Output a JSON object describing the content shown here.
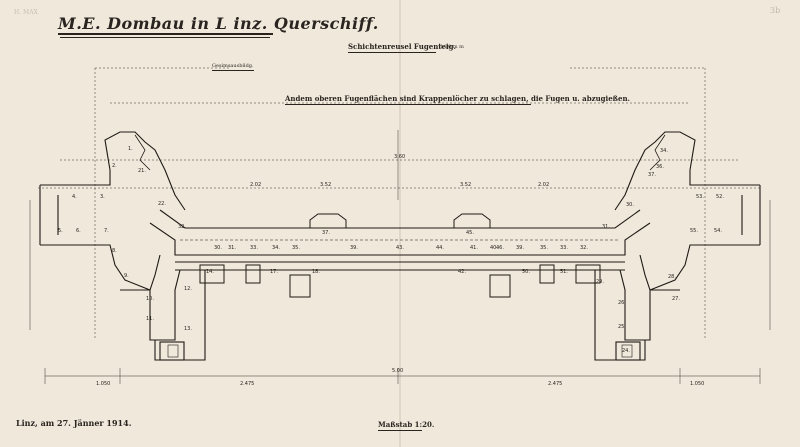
{
  "sheet": {
    "reference_mark": "H. MAX",
    "page_number": "3b",
    "title": "M.E. Dombau in L inz. Querschiff.",
    "subheading": "Schichtenreusel Fugenteig.",
    "subheading_scale": "1:20 m m",
    "note_label": "Gesimsausbildg.",
    "instruction": "Andem oberen Fugenflächen sind Krappenlöcher zu schlagen, die Fugen u. abzugießen.",
    "date": "Linz, am 27. Jänner 1914.",
    "scale": "Maßstab 1:20."
  },
  "blocks": [
    {
      "id": "left-1",
      "label": "1."
    },
    {
      "id": "left-2",
      "label": "2."
    },
    {
      "id": "left-3",
      "label": "3."
    },
    {
      "id": "left-4",
      "label": "4."
    },
    {
      "id": "left-5",
      "label": "5."
    },
    {
      "id": "left-6",
      "label": "6."
    },
    {
      "id": "left-7",
      "label": "7."
    },
    {
      "id": "left-8",
      "label": "8."
    },
    {
      "id": "left-9",
      "label": "9."
    },
    {
      "id": "left-10",
      "label": "10."
    },
    {
      "id": "left-11",
      "label": "11."
    },
    {
      "id": "left-12",
      "label": "12."
    },
    {
      "id": "left-13",
      "label": "13."
    },
    {
      "id": "left-14",
      "label": "14."
    },
    {
      "id": "left-17",
      "label": "17."
    },
    {
      "id": "left-18",
      "label": "18."
    },
    {
      "id": "left-21",
      "label": "21."
    },
    {
      "id": "left-22",
      "label": "22."
    },
    {
      "id": "left-30",
      "label": "30."
    },
    {
      "id": "left-31",
      "label": "31."
    },
    {
      "id": "left-32",
      "label": "32."
    },
    {
      "id": "left-33",
      "label": "33."
    },
    {
      "id": "left-34",
      "label": "34."
    },
    {
      "id": "left-35",
      "label": "35."
    },
    {
      "id": "left-37",
      "label": "37."
    },
    {
      "id": "left-39",
      "label": "39."
    },
    {
      "id": "left-43",
      "label": "43."
    },
    {
      "id": "left-44",
      "label": "44."
    },
    {
      "id": "right-24",
      "label": "24."
    },
    {
      "id": "right-25",
      "label": "25."
    },
    {
      "id": "right-26",
      "label": "26."
    },
    {
      "id": "right-27",
      "label": "27."
    },
    {
      "id": "right-28",
      "label": "28."
    },
    {
      "id": "right-29",
      "label": "29."
    },
    {
      "id": "right-30",
      "label": "30."
    },
    {
      "id": "right-31",
      "label": "31."
    },
    {
      "id": "right-32",
      "label": "32."
    },
    {
      "id": "right-33",
      "label": "33."
    },
    {
      "id": "right-34",
      "label": "34."
    },
    {
      "id": "right-35",
      "label": "35."
    },
    {
      "id": "right-36",
      "label": "36."
    },
    {
      "id": "right-37",
      "label": "37."
    },
    {
      "id": "right-39",
      "label": "39."
    },
    {
      "id": "right-40",
      "label": "40."
    },
    {
      "id": "right-41",
      "label": "41."
    },
    {
      "id": "right-42",
      "label": "42."
    },
    {
      "id": "right-45",
      "label": "45."
    },
    {
      "id": "right-46",
      "label": "46."
    },
    {
      "id": "right-50",
      "label": "50."
    },
    {
      "id": "right-51",
      "label": "51."
    },
    {
      "id": "right-52",
      "label": "52."
    },
    {
      "id": "right-53",
      "label": "53."
    },
    {
      "id": "right-54",
      "label": "54."
    },
    {
      "id": "right-55",
      "label": "55."
    }
  ],
  "dimensions": {
    "top_span": "3.60",
    "left_top": "2.02",
    "right_top": "2.02",
    "mid_left": "3.52",
    "mid_right": "3.52",
    "bottom_left": "2.475",
    "bottom_right": "2.475",
    "bottom_center": "5.00",
    "bottom_sub_left": "1.050",
    "bottom_sub_right": "1.050"
  }
}
